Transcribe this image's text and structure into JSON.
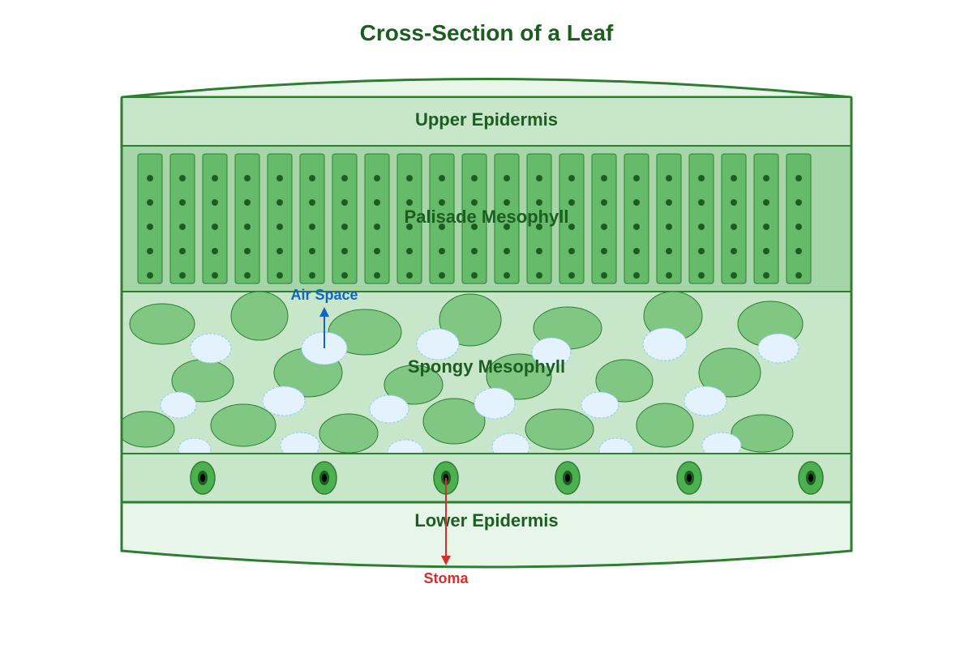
{
  "title": "Cross-Section of a Leaf",
  "layers": {
    "upper_epidermis": "Upper Epidermis",
    "palisade": "Palisade Mesophyll",
    "spongy": "Spongy Mesophyll",
    "lower_epidermis": "Lower Epidermis"
  },
  "annotations": {
    "air_space": "Air Space",
    "stoma": "Stoma"
  },
  "counts": {
    "palisade_cells": 21,
    "chloroplasts_per_cell": 5,
    "stomata": 6
  },
  "colors": {
    "outline": "#2e7d32",
    "title": "#1b5e20",
    "upper_epidermis": "#c8e6c9",
    "palisade_bg": "#a5d6a7",
    "palisade_cell": "#66bb6a",
    "spongy_bg": "#c8e6c9",
    "spongy_cell": "#81c784",
    "air_space": "#e3f2fd",
    "lower_epidermis": "#e8f5e9",
    "guard_cell": "#4caf50",
    "air_arrow": "#1565c0",
    "stoma_arrow": "#d32f2f"
  }
}
